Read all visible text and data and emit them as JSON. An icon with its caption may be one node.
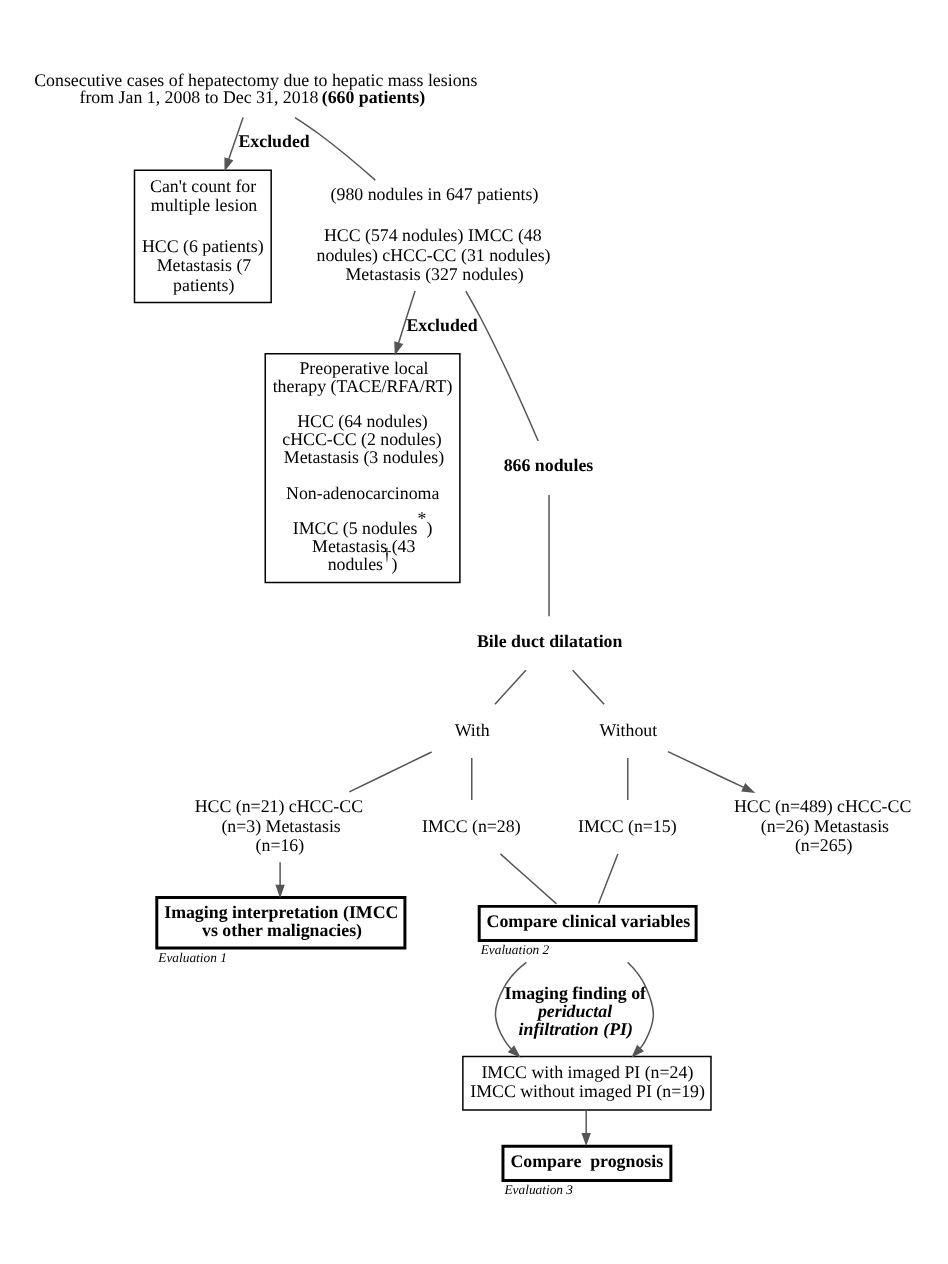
{
  "diagram": {
    "nodes": [
      {
        "text": [
          "Consecutive cases of hepatectomy due to hepatic mass lesions from Jan 1, 2008 to Dec 31, 2018 **(660 patients)**"
        ]
      },
      {
        "text": [
          "Can't count for multiple lesion",
          "HCC (6 patients) Metastasis (7 patients)"
        ]
      },
      {
        "text": [
          "(980 nodules in 647 patients)",
          "HCC (574 nodules) IMCC (48 nodules) cHCC-CC (31 nodules) Metastasis (327 nodules)"
        ]
      },
      {
        "text": [
          "Preoperative local therapy (TACE/RFA/RT)",
          "HCC (64 nodules) cHCC-CC (2 nodules) Metastasis (3 nodules)",
          "Non-adenocarcinoma",
          "IMCC (5 nodules$^{*}$) Metastasis (43 nodules$^{†}$)"
        ]
      },
      {
        "text": [
          "866 nodules"
        ]
      },
      {
        "text": [
          "Bile duct dilatation"
        ]
      },
      {
        "text": [
          "With"
        ]
      },
      {
        "text": [
          "Without"
        ]
      },
      {
        "text": [
          "HCC (n=21) cHCC-CC (n=3) Metastasis (n=16)"
        ]
      },
      {
        "text": [
          "IMCC (n=28)"
        ]
      },
      {
        "text": [
          "IMCC (n=15)"
        ]
      },
      {
        "text": [
          "HCC (n=489) cHCC-CC (n=26) Metastasis (n=265)"
        ]
      },
      {
        "text": [
          "Imaging interpretation (IMCC vs other malignacies)"
        ],
        "beside": [
          "Evaluation 1"
        ]
      },
      {
        "text": [
          "Compare clinical variables"
        ],
        "beside": [
          "Evaluation 2"
        ]
      },
      {
        "text": [
          "IMCC with imaged PI (n=24) IMCC without imaged PI (n=19)"
        ]
      },
      {
        "text": [
          "Compare  prognosis"
        ],
        "beside": [
          "Evaluation 3"
        ]
      }
    ],
    "edges": [
      {
        "from": 0,
        "to": 2,
        "arrow": "none"
      },
      {
        "from": 0,
        "to": 1,
        "arrow": "to",
        "label": "Excluded"
      },
      {
        "from": 2,
        "to": 4,
        "arrow": "none"
      },
      {
        "from": 2,
        "to": 3,
        "arrow": "to",
        "label": "Excluded"
      },
      {
        "from": 4,
        "to": 5,
        "arrow": "none"
      },
      {
        "from": 5,
        "to": 6,
        "arrow": "none"
      },
      {
        "from": 5,
        "to": 7,
        "arrow": "none"
      },
      {
        "from": 6,
        "to": 8,
        "arrow": "none"
      },
      {
        "from": 6,
        "to": 9,
        "arrow": "none"
      },
      {
        "from": 7,
        "to": 10,
        "arrow": "none"
      },
      {
        "from": 7,
        "to": 11,
        "arrow": "to"
      },
      {
        "from": 8,
        "to": 12,
        "arrow": "to"
      },
      {
        "from": 9,
        "to": 13,
        "arrow": "none"
      },
      {
        "from": 10,
        "to": 13,
        "arrow": "none"
      },
      {
        "from": 13,
        "to": 14,
        "arrow": "to",
        "label": "Imaging finding of *periductal infiltration (PI)*"
      },
      {
        "from": 13,
        "to": 14,
        "arrow": "to"
      },
      {
        "from": 14,
        "to": 15,
        "arrow": "to"
      }
    ]
  }
}
